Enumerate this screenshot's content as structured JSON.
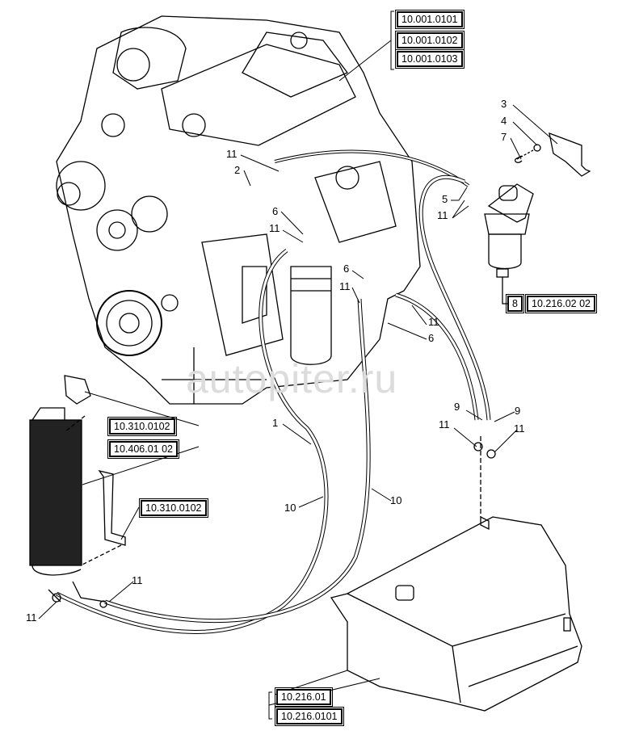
{
  "watermark": "autopiter.ru",
  "references": {
    "engine": [
      "10.001.0101",
      "10.001.0102",
      "10.001.0103"
    ],
    "filter_item": "8",
    "filter_ref": "10.216.02 02",
    "bracket_upper": "10.310.0102",
    "cooler": "10.406.01 02",
    "bracket_lower": "10.310.0102",
    "tank": [
      "10.216.01",
      "10.216.0101"
    ]
  },
  "callouts": [
    "11",
    "2",
    "6",
    "11",
    "6",
    "11",
    "11",
    "6",
    "5",
    "11",
    "3",
    "4",
    "7",
    "1",
    "10",
    "10",
    "9",
    "9",
    "11",
    "11",
    "11",
    "11"
  ],
  "colors": {
    "line": "#000000",
    "background": "#ffffff",
    "watermark": "#e4e4e4"
  }
}
